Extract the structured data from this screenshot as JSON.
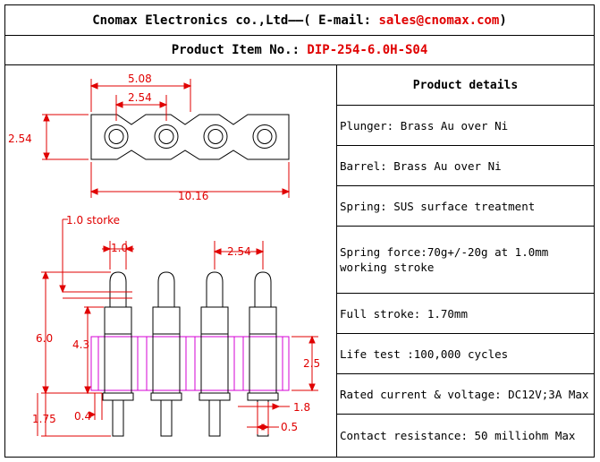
{
  "header": {
    "company": "Cnomax Electronics co.,Ltd",
    "dash": "——(",
    "email_label": " E-mail: ",
    "email": "sales@cnomax.com",
    "close_paren": ")"
  },
  "product": {
    "label": "Product Item No.: ",
    "item_no": "DIP-254-6.0H-S04"
  },
  "drawing": {
    "dim_5_08": "5.08",
    "dim_2_54_top": "2.54",
    "dim_2_54_left": "2.54",
    "dim_10_16": "10.16",
    "stroke_note": "1.0 storke",
    "dim_1_0": "1.0",
    "dim_2_54_side": "2.54",
    "dim_6_0": "6.0",
    "dim_4_3": "4.3",
    "dim_2_5": "2.5",
    "dim_1_75": "1.75",
    "dim_0_4": "0.4",
    "dim_1_8": "1.8",
    "dim_0_5": "0.5",
    "line_color": "#000000",
    "dim_color": "#e00000",
    "insulator_color": "#d400d4"
  },
  "details": {
    "title": "Product details",
    "rows": [
      "Plunger: Brass Au over Ni",
      "Barrel: Brass Au over Ni",
      "Spring: SUS surface treatment",
      "Spring force:70g+/-20g at 1.0mm working stroke",
      "Full stroke: 1.70mm",
      "Life test :100,000 cycles",
      "Rated current & voltage: DC12V;3A Max",
      "Contact resistance: 50 milliohm Max"
    ]
  }
}
